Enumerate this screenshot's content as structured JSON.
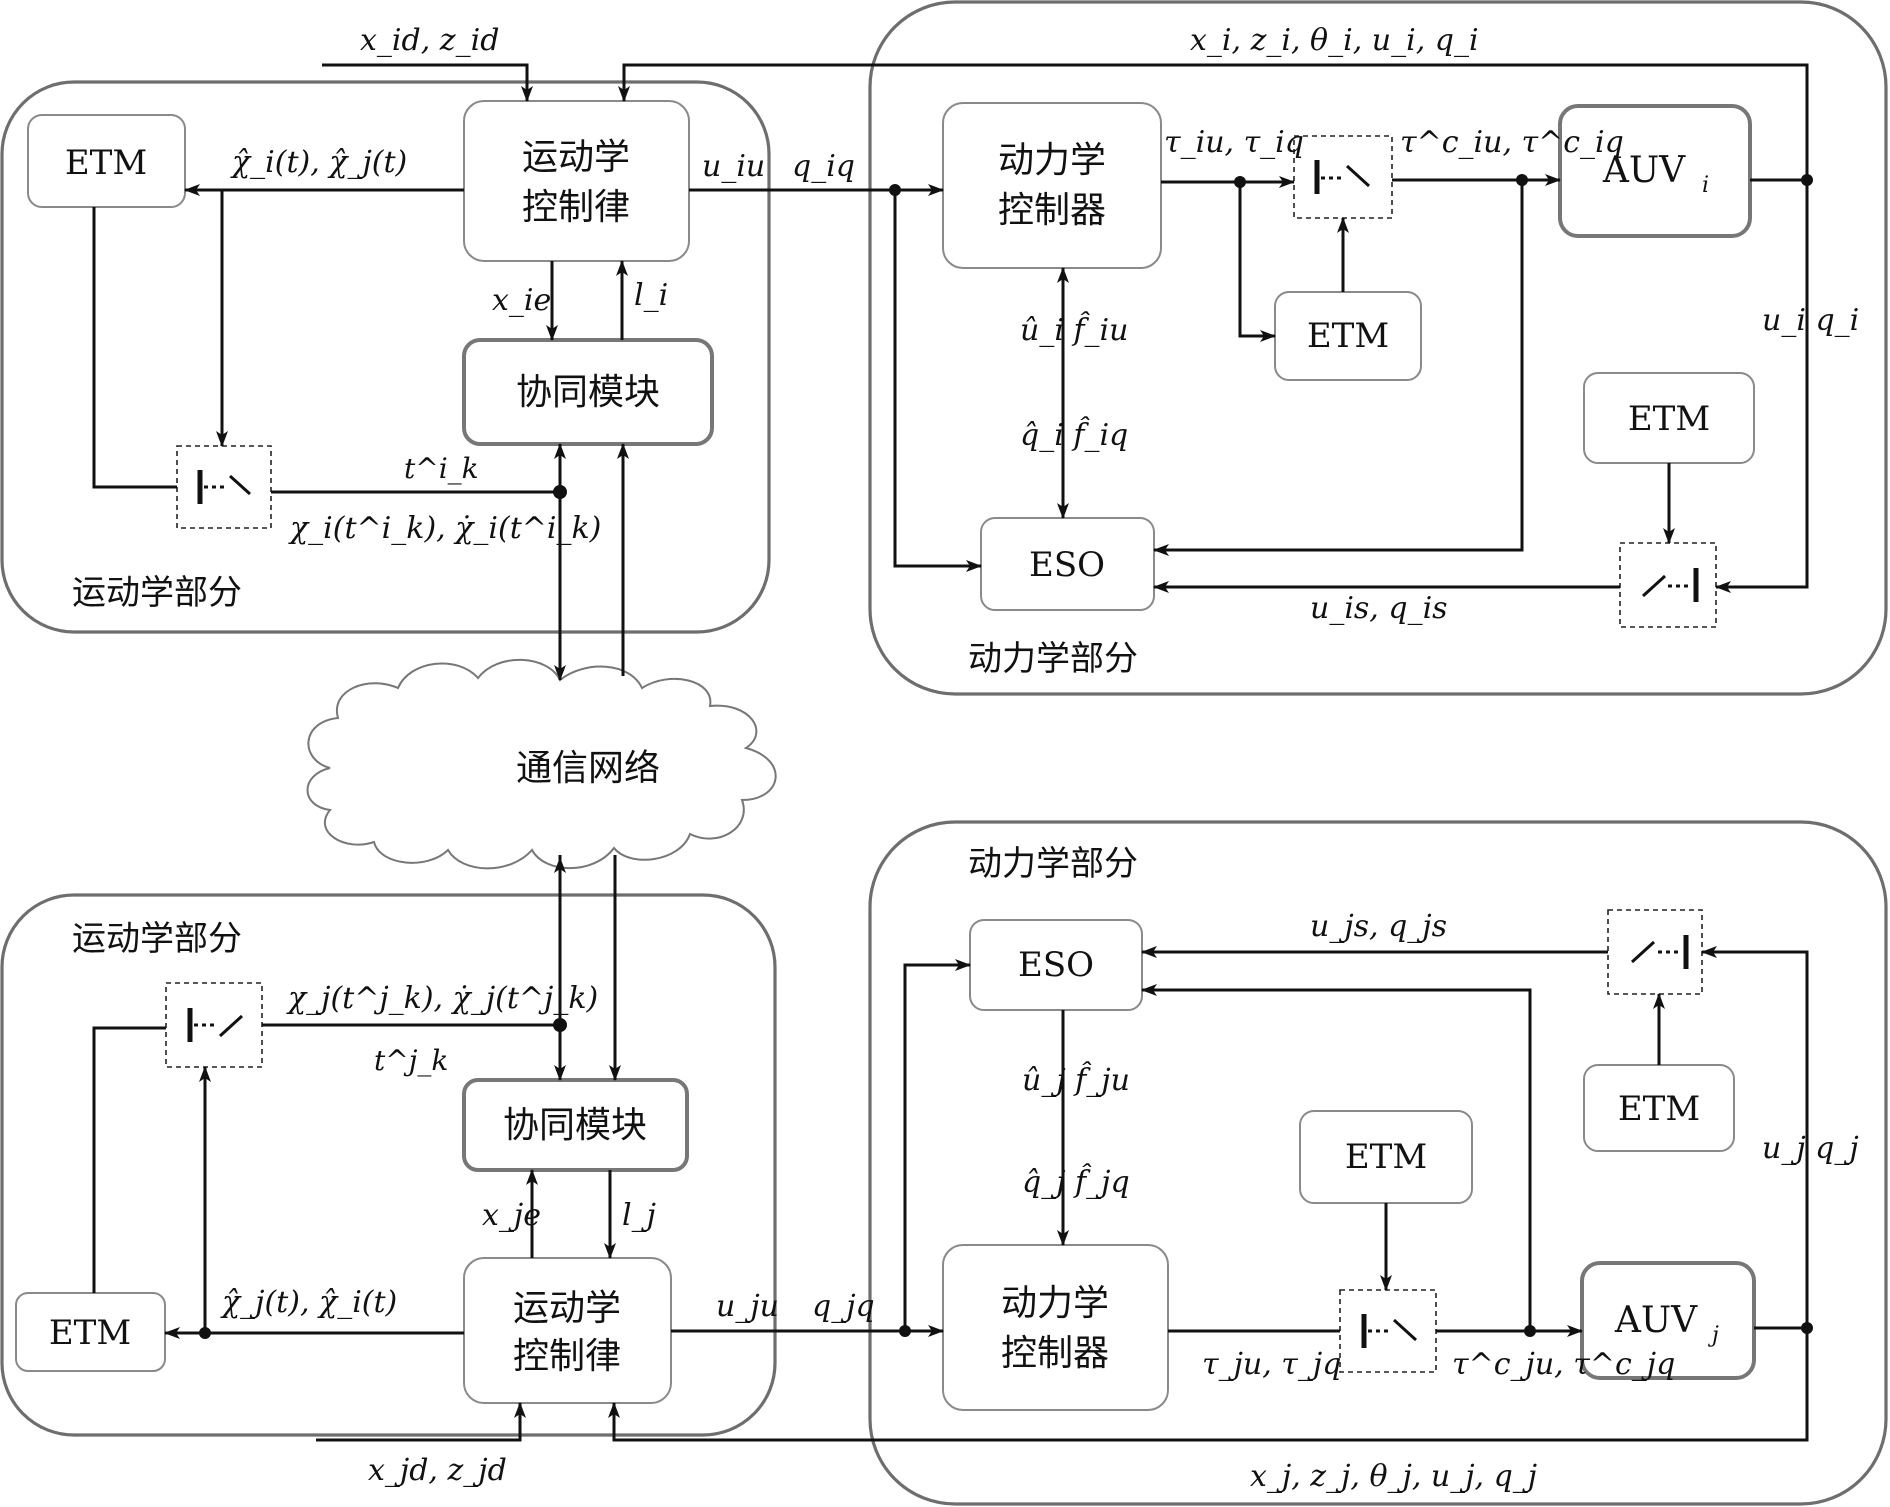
{
  "regions": {
    "kin_i": "运动学部分",
    "dyn_i": "动力学部分",
    "kin_j": "运动学部分",
    "dyn_j": "动力学部分"
  },
  "blocks": {
    "kin_law": [
      "运动学",
      "控制律"
    ],
    "coop": "协同模块",
    "dyn_ctrl": [
      "动力学",
      "控制器"
    ],
    "etm": "ETM",
    "eso": "ESO",
    "network": "通信网络",
    "auv_i": "AUV",
    "auv_i_sub": "i",
    "auv_j": "AUV",
    "auv_j_sub": "j"
  },
  "signals": {
    "xid_zid": "x_id, z_id",
    "state_i": "x_i, z_i, θ_i, u_i, q_i",
    "chi_hat_i": "χ̂_i(t), χ̂_j(t)",
    "uiu": "u_iu",
    "qiq": "q_iq",
    "tau_i": "τ_iu, τ_iq",
    "tau_c_i": "τ^c_iu, τ^c_iq",
    "xie": "x_ie",
    "li": "l_i",
    "tki": "t^i_k",
    "chi_i_tk": "χ_i(t^i_k), χ̇_i(t^i_k)",
    "uhat_i_f": "û_i f̂_iu",
    "qhat_i_f": "q̂_i f̂_iq",
    "ui_qi": "u_i q_i",
    "uis_qis": "u_is, q_is",
    "ujs_qjs": "u_js, q_js",
    "chi_j_tk": "χ_j(t^j_k), χ̇_j(t^j_k)",
    "tkj": "t^j_k",
    "uhat_j_f": "û_j f̂_ju",
    "qhat_j_f": "q̂_j f̂_jq",
    "uj_qj": "u_j q_j",
    "xje": "x_je",
    "lj": "l_j",
    "chi_hat_j": "χ̂_j(t), χ̂_i(t)",
    "uju": "u_ju",
    "qjq": "q_jq",
    "tau_j": "τ_ju, τ_jq",
    "tau_c_j": "τ^c_ju, τ^c_jq",
    "xjd_zjd": "x_jd, z_jd",
    "state_j": "x_j, z_j, θ_j, u_j, q_j"
  }
}
